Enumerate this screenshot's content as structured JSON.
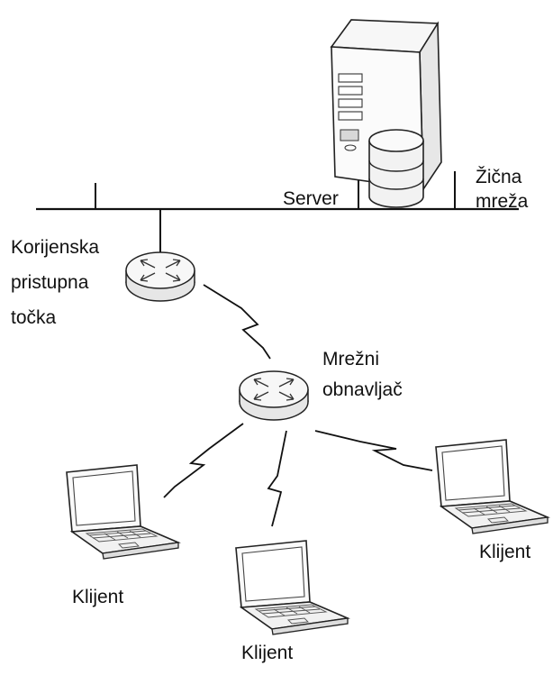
{
  "labels": {
    "server": "Server",
    "wired_network": [
      "Žična",
      "mreža"
    ],
    "root_access_point": [
      "Korijenska",
      "pristupna",
      "točka"
    ],
    "repeater": [
      "Mrežni",
      "obnavljač"
    ],
    "client_left": "Klijent",
    "client_bottom": "Klijent",
    "client_right": "Klijent"
  },
  "icons": {
    "server": "server-tower-icon",
    "database": "database-cylinder-icon",
    "root_access_point": "router-icon",
    "repeater": "router-icon",
    "client": "laptop-icon"
  },
  "colors": {
    "ink": "#111111",
    "stroke": "#222222",
    "fill": "#f4f4f4",
    "background": "#ffffff"
  }
}
